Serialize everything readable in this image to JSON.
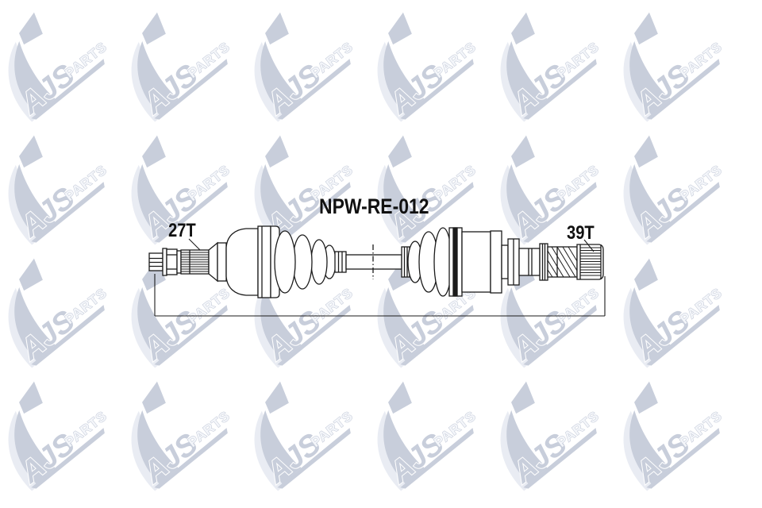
{
  "product": {
    "part_number": "NPW-RE-012",
    "outer_spline_label": "27T",
    "inner_spline_label": "39T"
  },
  "watermark": {
    "brand_top": "AJS",
    "brand_bottom": "PARTS",
    "rows": 4,
    "cols": 6,
    "color": "#c8cedb",
    "light_color": "#e9ecf3"
  },
  "colors": {
    "background": "#ffffff",
    "line_art": "#1b1b1b",
    "label_text": "#111111"
  }
}
